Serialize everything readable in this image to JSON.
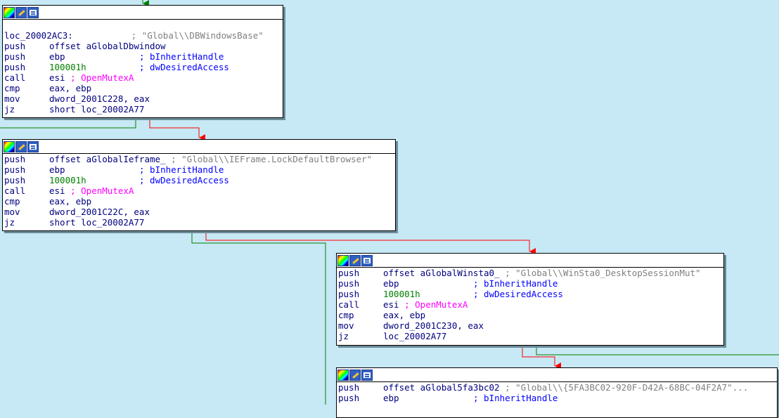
{
  "colors": {
    "background": "#c7e8f5",
    "edge_true": "#008000",
    "edge_false": "#ff0000"
  },
  "icons": [
    "color-picker-icon",
    "edit-icon",
    "graph-view-icon"
  ],
  "nodes": [
    {
      "label": "loc_20002AC3:",
      "label_comment": "; \"Global\\\\DBWindowsBase\"",
      "lines": [
        {
          "mnemonic": "push",
          "operand": "offset aGlobalDbwindow",
          "comment": ""
        },
        {
          "mnemonic": "push",
          "operand": "ebp",
          "comment": "; bInheritHandle"
        },
        {
          "mnemonic": "push",
          "operand": "100001h",
          "comment": "; dwDesiredAccess"
        },
        {
          "mnemonic": "call",
          "operand": "esi",
          "comment": "; OpenMutexA"
        },
        {
          "mnemonic": "cmp",
          "operand": "eax, ebp",
          "comment": ""
        },
        {
          "mnemonic": "mov",
          "operand": "dword_2001C228, eax",
          "comment": ""
        },
        {
          "mnemonic": "jz",
          "operand": "short loc_20002A77",
          "comment": ""
        }
      ]
    },
    {
      "lines": [
        {
          "mnemonic": "push",
          "operand": "offset aGlobalIeframe_",
          "comment": "; \"Global\\\\IEFrame.LockDefaultBrowser\""
        },
        {
          "mnemonic": "push",
          "operand": "ebp",
          "comment": "; bInheritHandle"
        },
        {
          "mnemonic": "push",
          "operand": "100001h",
          "comment": "; dwDesiredAccess"
        },
        {
          "mnemonic": "call",
          "operand": "esi",
          "comment": "; OpenMutexA"
        },
        {
          "mnemonic": "cmp",
          "operand": "eax, ebp",
          "comment": ""
        },
        {
          "mnemonic": "mov",
          "operand": "dword_2001C22C, eax",
          "comment": ""
        },
        {
          "mnemonic": "jz",
          "operand": "short loc_20002A77",
          "comment": ""
        }
      ]
    },
    {
      "lines": [
        {
          "mnemonic": "push",
          "operand": "offset aGlobalWinsta0_",
          "comment": "; \"Global\\\\WinSta0_DesktopSessionMut\""
        },
        {
          "mnemonic": "push",
          "operand": "ebp",
          "comment": "; bInheritHandle"
        },
        {
          "mnemonic": "push",
          "operand": "100001h",
          "comment": "; dwDesiredAccess"
        },
        {
          "mnemonic": "call",
          "operand": "esi",
          "comment": "; OpenMutexA"
        },
        {
          "mnemonic": "cmp",
          "operand": "eax, ebp",
          "comment": ""
        },
        {
          "mnemonic": "mov",
          "operand": "dword_2001C230, eax",
          "comment": ""
        },
        {
          "mnemonic": "jz",
          "operand": "loc_20002A77",
          "comment": ""
        }
      ]
    },
    {
      "lines": [
        {
          "mnemonic": "push",
          "operand": "offset aGlobal5fa3bc02",
          "comment": "; \"Global\\\\{5FA3BC02-920F-D42A-68BC-04F2A7\"..."
        },
        {
          "mnemonic": "push",
          "operand": "ebp",
          "comment": "; bInheritHandle"
        }
      ]
    }
  ]
}
